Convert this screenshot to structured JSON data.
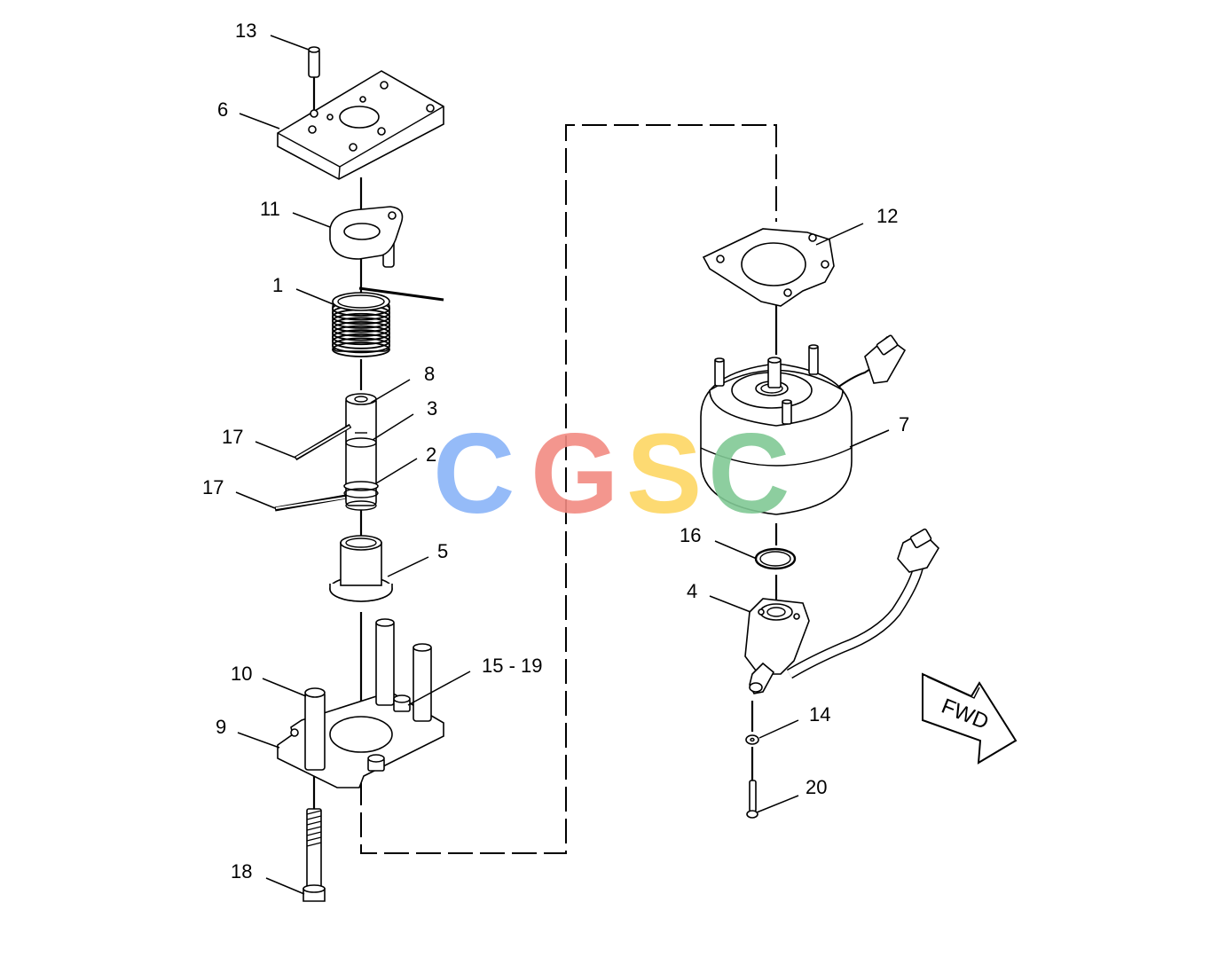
{
  "callouts": {
    "c1": "1",
    "c2": "2",
    "c3": "3",
    "c4": "4",
    "c5": "5",
    "c6": "6",
    "c7": "7",
    "c8": "8",
    "c9": "9",
    "c10": "10",
    "c11": "11",
    "c12": "12",
    "c13": "13",
    "c14": "14",
    "c15_19": "15 - 19",
    "c16": "16",
    "c17a": "17",
    "c17b": "17",
    "c18": "18",
    "c20": "20"
  },
  "fwd_label": "FWD",
  "watermark": {
    "letters": [
      "C",
      "G",
      "S",
      "C"
    ],
    "colors": [
      "#8ab4f8",
      "#f28b82",
      "#fdd663",
      "#81c995"
    ]
  }
}
